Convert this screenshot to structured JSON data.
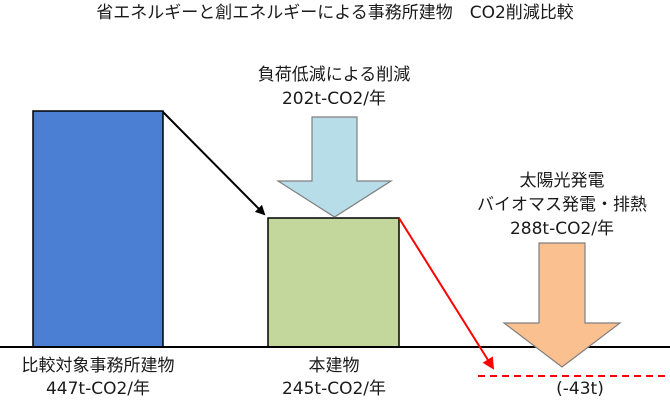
{
  "title": "省エネルギーと創エネルギーによる事務所建物　CO2削減比較",
  "reduction": {
    "line1": "負荷低減による削減",
    "line2": "202t-CO2/年"
  },
  "generation": {
    "line1": "太陽光発電",
    "line2": "バイオマス発電・排熱",
    "line3": "288t-CO2/年"
  },
  "comparison_building": {
    "name": "比較対象事務所建物",
    "value": "447t-CO2/年"
  },
  "this_building": {
    "name": "本建物",
    "value": "245t-CO2/年"
  },
  "net_result": "(-43t)",
  "colors": {
    "comparison_bar": "#4a7fd4",
    "this_bar": "#c3d69b",
    "reduction_arrow": "#b7dde8",
    "generation_arrow": "#fac090",
    "trend_line": "#ff0000",
    "outline": "#000000"
  }
}
